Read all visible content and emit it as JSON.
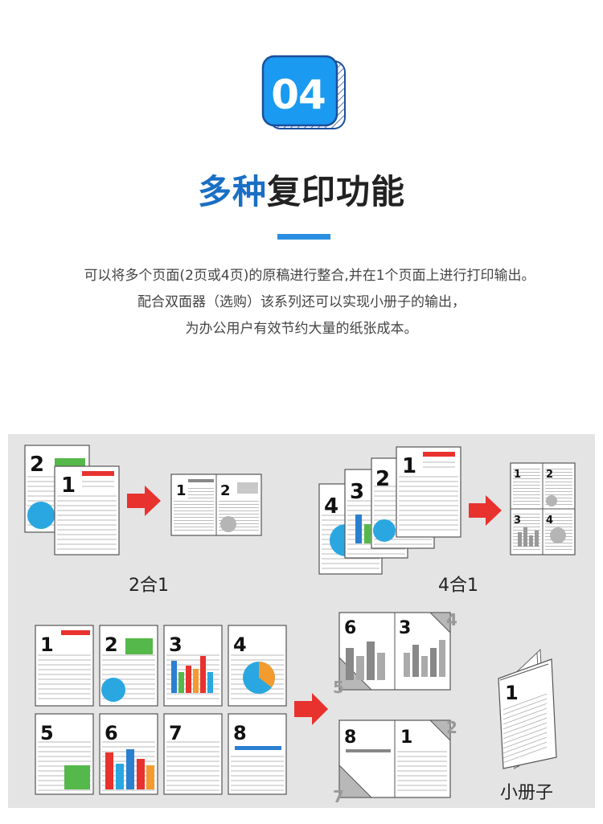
{
  "badge": {
    "number": "04",
    "color": "#1a9af0",
    "outline_color": "#1b4f9a"
  },
  "title": {
    "part1": "多种",
    "part2": "复印功能",
    "accent": "#1a6fc4"
  },
  "description": {
    "line1": "可以将多个页面(2页或4页)的原稿进行整合,并在1个页面上进行打印输出。",
    "line2": "配合双面器（选购）该系列还可以实现小册子的输出，",
    "line3": "为办公用户有效节约大量的纸张成本。"
  },
  "features": {
    "two_in_one": {
      "label": "2合1"
    },
    "four_in_one": {
      "label": "4合1"
    },
    "booklet": {
      "label": "小册子"
    }
  },
  "page_numbers": {
    "p1": "1",
    "p2": "2",
    "p3": "3",
    "p4": "4",
    "p5": "5",
    "p6": "6",
    "p7": "7",
    "p8": "8"
  },
  "colors": {
    "arrow": "#e8322e",
    "accent_red": "#e8322e",
    "accent_green": "#55b84a",
    "accent_blue": "#2aa7e0",
    "accent_orange": "#f39b2e",
    "bar_blue": "#2a7fd0"
  }
}
